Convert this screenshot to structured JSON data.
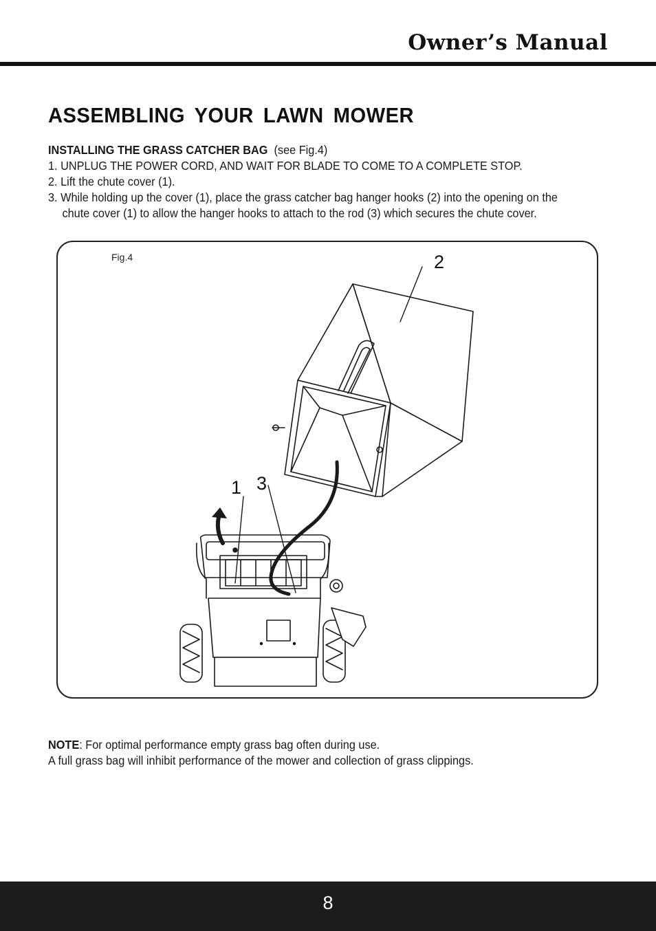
{
  "header": {
    "title": "Owner’s Manual"
  },
  "section": {
    "title": "ASSEMBLING  YOUR  LAWN  MOWER"
  },
  "instructions": {
    "subheading": "INSTALLING THE GRASS CATCHER BAG",
    "subheading_ref": "  (see Fig.4)",
    "steps": [
      "1. UNPLUG THE POWER CORD, AND WAIT FOR BLADE TO COME TO A COMPLETE STOP.",
      "2. Lift the chute cover (1).",
      "3. While holding up the cover (1), place the grass catcher bag hanger hooks (2) into the opening on the",
      "chute cover (1) to allow the hanger hooks to attach to the rod (3) which secures the chute cover."
    ]
  },
  "figure": {
    "label": "Fig.4",
    "callouts": [
      "1",
      "2",
      "3"
    ]
  },
  "note": {
    "label": "NOTE",
    "text": ": For optimal performance empty grass bag often during use.",
    "text2": "A full grass bag will inhibit performance of the mower and collection of grass clippings."
  },
  "footer": {
    "page_number": "8"
  }
}
